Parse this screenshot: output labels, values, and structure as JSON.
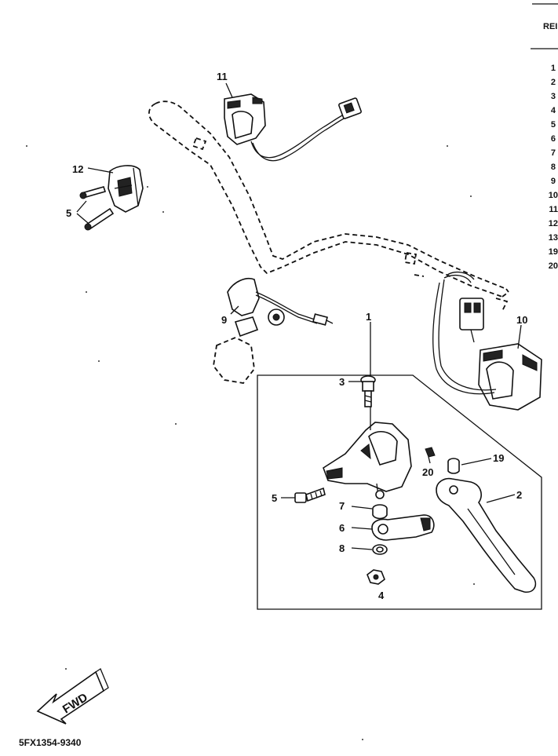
{
  "header": {
    "top_label": "",
    "ref_label": "REI"
  },
  "ref_list": [
    "1",
    "2",
    "3",
    "4",
    "5",
    "6",
    "7",
    "8",
    "9",
    "10",
    "11",
    "12",
    "13",
    "19",
    "20"
  ],
  "callouts": {
    "c1": "1",
    "c2": "2",
    "c3": "3",
    "c4": "4",
    "c5_top": "5",
    "c5_mid": "5",
    "c6": "6",
    "c7": "7",
    "c8": "8",
    "c9": "9",
    "c10": "10",
    "c11": "11",
    "c12": "12",
    "c19": "19",
    "c20": "20"
  },
  "fwd_label": "FWD",
  "diagram_code": "5FX1354-9340"
}
